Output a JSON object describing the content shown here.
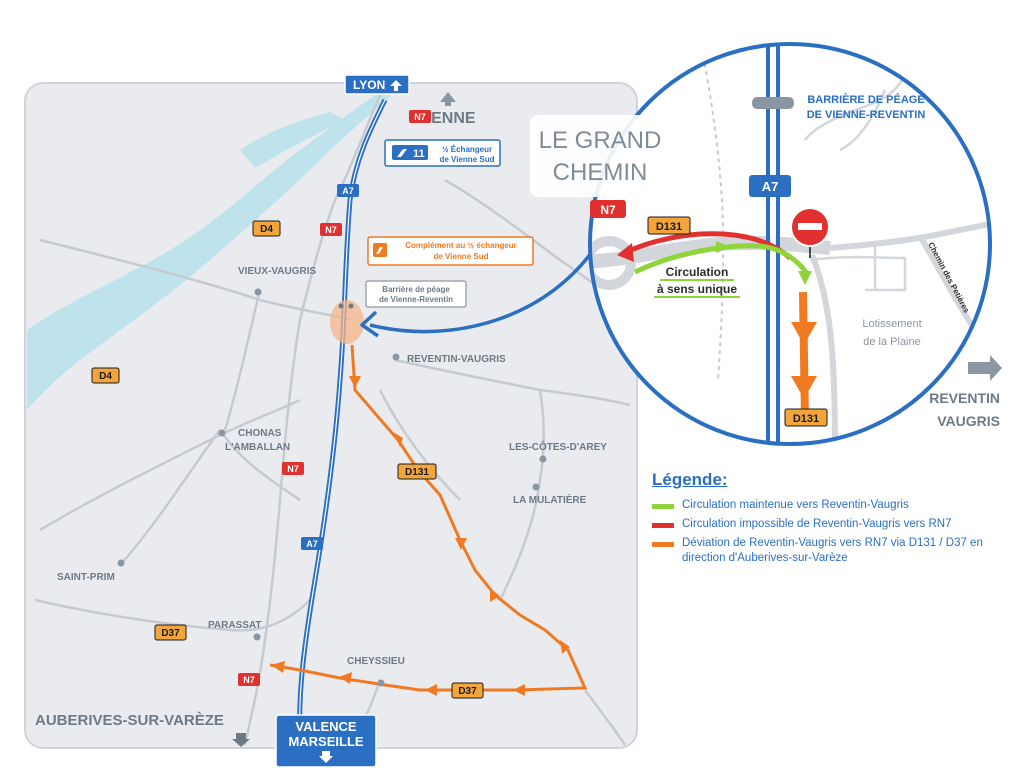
{
  "colors": {
    "map_bg": "#e9ebee",
    "river": "#bfe3ec",
    "road": "#c6cbd1",
    "a7": "#2a6fc2",
    "green": "#8fd43a",
    "red": "#e03030",
    "orange": "#f07a22",
    "badge_yellow": "#f2a53a",
    "n7_red": "#e03030",
    "town_grey": "#6d7a86"
  },
  "map": {
    "lyon_sign": "LYON",
    "vienne_label": "VIENNE",
    "valence_sign_line1": "VALENCE",
    "valence_sign_line2": "MARSEILLE",
    "auberives_label": "AUBERIVES-SUR-VARÈZE",
    "exit_number": "11",
    "exit_label_line1": "½ Échangeur",
    "exit_label_line2": "de Vienne Sud",
    "complement_line1": "Complément au ½ échangeur",
    "complement_line2": "de Vienne Sud",
    "toll_small_line1": "Barrière de péage",
    "toll_small_line2": "de Vienne-Reventin",
    "towns": {
      "vieux_vaugris": "VIEUX-VAUGRIS",
      "reventin_vaugris": "REVENTIN-VAUGRIS",
      "chonas_line1": "CHONAS",
      "chonas_line2": "L'AMBALLAN",
      "les_cotes_darey": "LES-CÔTES-D'AREY",
      "la_mulatiere": "LA MULATIÈRE",
      "saint_prim": "SAINT-PRIM",
      "parassat": "PARASSAT",
      "cheyssieu": "CHEYSSIEU"
    },
    "roads": {
      "n7": "N7",
      "a7": "A7",
      "d4": "D4",
      "d131": "D131",
      "d37": "D37"
    }
  },
  "inset": {
    "le_grand_chemin_line1": "LE GRAND",
    "le_grand_chemin_line2": "CHEMIN",
    "toll_line1": "BARRIÈRE DE PÉAGE",
    "toll_line2": "DE VIENNE-REVENTIN",
    "a7": "A7",
    "n7": "N7",
    "d131_top": "D131",
    "d131_bottom": "D131",
    "one_way_line1": "Circulation",
    "one_way_line2": "à sens unique",
    "chemin_petieres": "Chemin des Petières",
    "lotissement_line1": "Lotissement",
    "lotissement_line2": "de la Plaine",
    "reventin_line1": "REVENTIN",
    "reventin_line2": "VAUGRIS"
  },
  "legend": {
    "title": "Légende:",
    "items": [
      {
        "text": "Circulation maintenue vers Reventin-Vaugris",
        "color": "#8fd43a"
      },
      {
        "text": "Circulation impossible de Reventin-Vaugris vers RN7",
        "color": "#e03030"
      },
      {
        "text": "Déviation de Reventin-Vaugris vers RN7 via D131 / D37 en direction d'Auberives-sur-Varèze",
        "color": "#f07a22"
      }
    ]
  }
}
